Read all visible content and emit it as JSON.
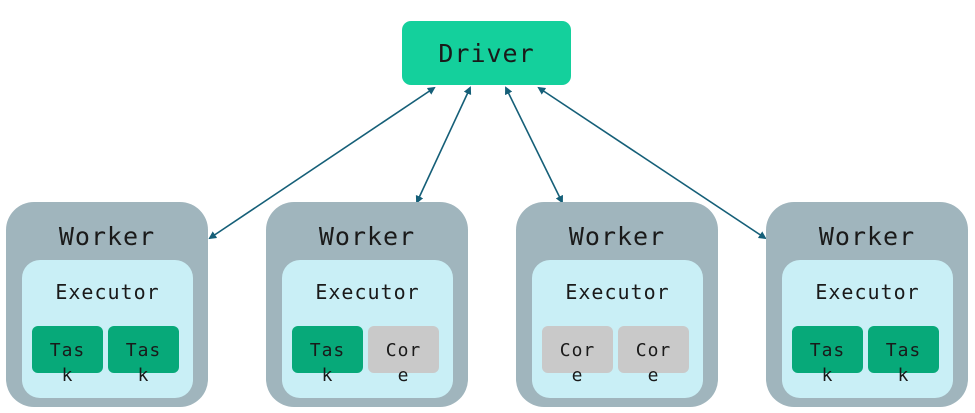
{
  "driver": {
    "label": "Driver"
  },
  "workers": [
    {
      "title": "Worker",
      "executor": "Executor",
      "slots": [
        {
          "kind": "task",
          "label": "Task"
        },
        {
          "kind": "task",
          "label": "Task"
        }
      ]
    },
    {
      "title": "Worker",
      "executor": "Executor",
      "slots": [
        {
          "kind": "task",
          "label": "Task"
        },
        {
          "kind": "core",
          "label": "Core"
        }
      ]
    },
    {
      "title": "Worker",
      "executor": "Executor",
      "slots": [
        {
          "kind": "core",
          "label": "Core"
        },
        {
          "kind": "core",
          "label": "Core"
        }
      ]
    },
    {
      "title": "Worker",
      "executor": "Executor",
      "slots": [
        {
          "kind": "task",
          "label": "Task"
        },
        {
          "kind": "task",
          "label": "Task"
        }
      ]
    }
  ],
  "colors": {
    "driver": "#14d09c",
    "worker": "#a0b5bd",
    "executor": "#c9eff6",
    "task": "#07a979",
    "core": "#c9c9c9",
    "arrow": "#155f78"
  }
}
